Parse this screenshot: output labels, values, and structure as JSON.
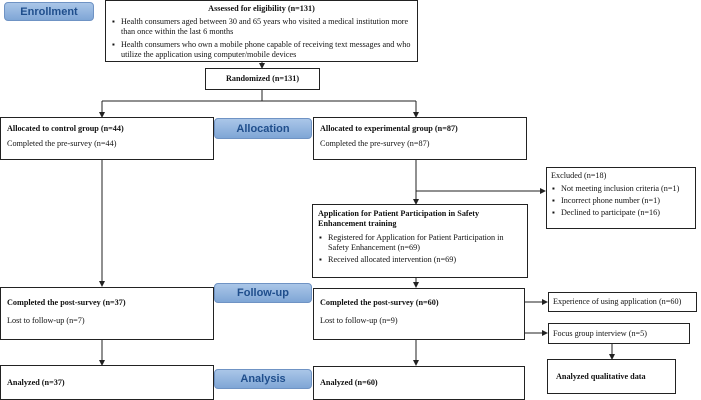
{
  "stages": {
    "enrollment": "Enrollment",
    "allocation": "Allocation",
    "follow_up": "Follow-up",
    "analysis": "Analysis"
  },
  "eligibility": {
    "title": "Assessed for eligibility (n=131)",
    "criteria": [
      "Health consumers aged between 30 and 65 years who visited a medical institution more than once within the last 6 months",
      "Health consumers who own a mobile phone capable of receiving text messages and who utilize the application using computer/mobile devices"
    ]
  },
  "randomized": "Randomized (n=131)",
  "control": {
    "allocated": "Allocated to control group (n=44)",
    "pre_survey": "Completed the pre-survey (n=44)",
    "post_survey": "Completed the post-survey (n=37)",
    "lost": "Lost to follow-up (n=7)",
    "analyzed": "Analyzed (n=37)"
  },
  "experimental": {
    "allocated": "Allocated to experimental group (n=87)",
    "pre_survey": "Completed the pre-survey (n=87)",
    "training_title": "Application for Patient Participation in Safety Enhancement training",
    "training_items": [
      "Registered for Application for Patient Participation in Safety Enhancement (n=69)",
      "Received allocated intervention (n=69)"
    ],
    "post_survey": "Completed the post-survey (n=60)",
    "lost": "Lost to follow-up (n=9)",
    "analyzed": "Analyzed (n=60)"
  },
  "excluded": {
    "title": "Excluded (n=18)",
    "items": [
      "Not meeting inclusion criteria (n=1)",
      "Incorrect phone number (n=1)",
      "Declined to participate (n=16)"
    ]
  },
  "qualitative": {
    "experience": "Experience of using application (n=60)",
    "focus_group": "Focus group interview (n=5)",
    "analyzed": "Analyzed qualitative data"
  }
}
